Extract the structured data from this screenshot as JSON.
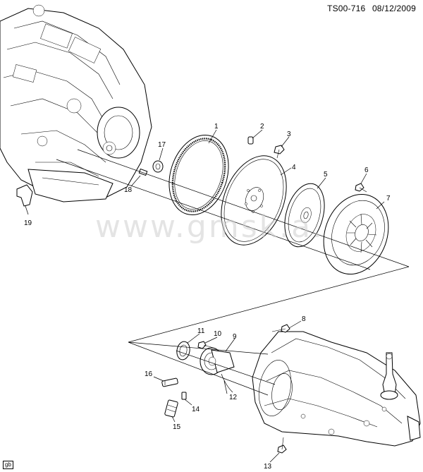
{
  "header": {
    "drawing_id": "TS00-716",
    "date": "08/12/2009"
  },
  "watermark": "www.gmsk.a.",
  "corner_tag": "gb",
  "callouts": [
    "1",
    "2",
    "3",
    "4",
    "5",
    "6",
    "7",
    "8",
    "9",
    "10",
    "11",
    "12",
    "13",
    "14",
    "15",
    "16",
    "17",
    "18",
    "19"
  ]
}
